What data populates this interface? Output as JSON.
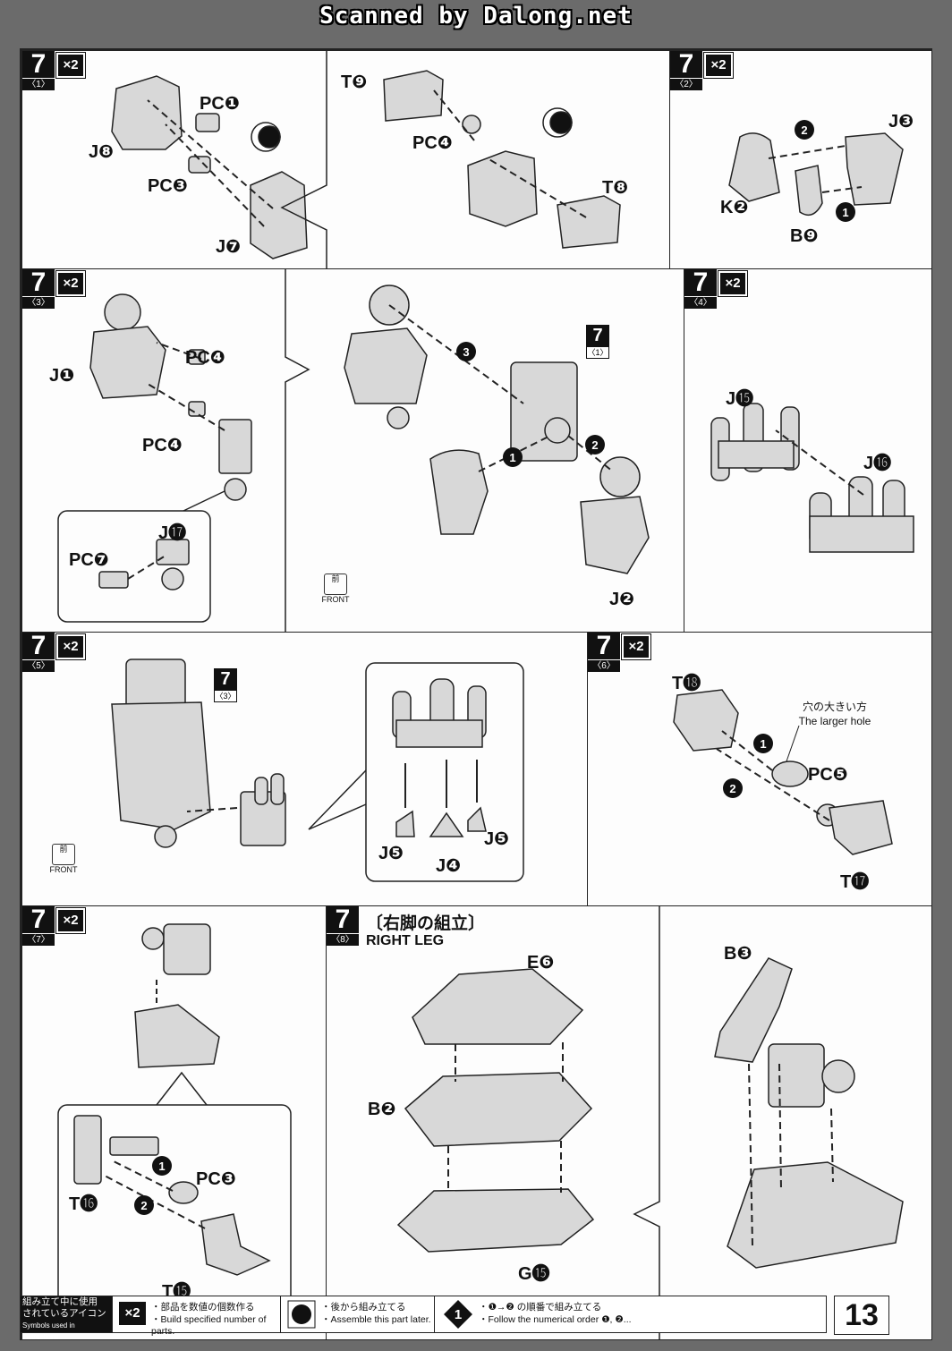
{
  "header": {
    "scanner": "Scanned by Dalong.net"
  },
  "common": {
    "step": "7",
    "qty": "×2",
    "front_jp": "前",
    "front_en": "FRONT"
  },
  "panels": {
    "p1": {
      "sub": "〈1〉",
      "labels": [
        "PC❶",
        "J❽",
        "PC❸",
        "J❼",
        "T❾",
        "PC❹",
        "T❽"
      ]
    },
    "p2": {
      "sub": "〈2〉",
      "labels": [
        "J❸",
        "K❷",
        "B❾"
      ]
    },
    "p3": {
      "sub": "〈3〉",
      "labels": [
        "J❶",
        "PC❹",
        "PC❹",
        "J⓱",
        "PC❼",
        "J❷"
      ],
      "ref": {
        "n": "7",
        "s": "〈1〉"
      }
    },
    "p4": {
      "sub": "〈4〉",
      "labels": [
        "J⓯",
        "J⓰"
      ]
    },
    "p5": {
      "sub": "〈5〉",
      "labels": [
        "J❺",
        "J❹",
        "J❺"
      ],
      "ref": {
        "n": "7",
        "s": "〈3〉"
      }
    },
    "p6": {
      "sub": "〈6〉",
      "labels": [
        "T⓲",
        "PC❺",
        "T⓱"
      ],
      "note_jp": "穴の大きい方",
      "note_en": "The larger hole"
    },
    "p7": {
      "sub": "〈7〉",
      "labels": [
        "PC❸",
        "T⓰",
        "T⓯"
      ]
    },
    "p8": {
      "sub": "〈8〉",
      "title_jp": "〔右脚の組立〕",
      "title_en": "RIGHT LEG",
      "labels": [
        "E❻",
        "B❷",
        "G⓯",
        "B❸"
      ]
    }
  },
  "legend": {
    "title_jp1": "組み立て中に使用",
    "title_jp2": "されているアイコン",
    "title_en": "Symbols used in instructions",
    "x2_jp": "・部品を数値の個数作る",
    "x2_en": "・Build specified number of parts.",
    "later_jp": "・後から組み立てる",
    "later_en": "・Assemble this part later.",
    "order_jp": "・❶→❷ の順番で組み立てる",
    "order_en": "・Follow the numerical order ❶, ❷..."
  },
  "page_number": "13"
}
